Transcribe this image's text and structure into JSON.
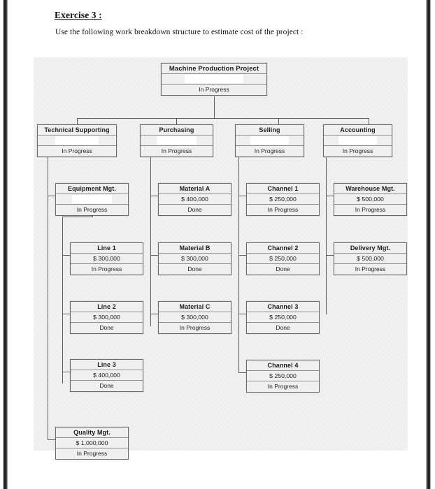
{
  "document": {
    "heading": "Exercise 3 :",
    "instruction": "Use the following work breakdown structure to estimate cost of the project :"
  },
  "diagram": {
    "type": "work-breakdown-structure",
    "box_fill": "#efefef",
    "border_color": "#6a6a6a",
    "canvas_color": "#f1f1f1",
    "nodes": {
      "root": {
        "title": "Machine Production Project",
        "cost": "",
        "status": "In Progress"
      },
      "l2": [
        {
          "title": "Technical Supporting",
          "cost": "",
          "status": "In Progress"
        },
        {
          "title": "Purchasing",
          "cost": "",
          "status": "In Progress"
        },
        {
          "title": "Selling",
          "cost": "",
          "status": "In Progress"
        },
        {
          "title": "Accounting",
          "cost": "",
          "status": "In Progress"
        }
      ],
      "technical_supporting_children": [
        {
          "title": "Equipment Mgt.",
          "cost": "",
          "status": "In Progress"
        },
        {
          "title": "Quality Mgt.",
          "cost": "$ 1,000,000",
          "status": "In Progress"
        }
      ],
      "equipment_children": [
        {
          "title": "Line 1",
          "cost": "$ 300,000",
          "status": "In Progress"
        },
        {
          "title": "Line 2",
          "cost": "$ 300,000",
          "status": "Done"
        },
        {
          "title": "Line 3",
          "cost": "$ 400,000",
          "status": "Done"
        }
      ],
      "purchasing_children": [
        {
          "title": "Material A",
          "cost": "$ 400,000",
          "status": "Done"
        },
        {
          "title": "Material B",
          "cost": "$ 300,000",
          "status": "Done"
        },
        {
          "title": "Material C",
          "cost": "$ 300,000",
          "status": "In Progress"
        }
      ],
      "selling_children": [
        {
          "title": "Channel 1",
          "cost": "$ 250,000",
          "status": "In Progress"
        },
        {
          "title": "Channel 2",
          "cost": "$ 250,000",
          "status": "Done"
        },
        {
          "title": "Channel 3",
          "cost": "$ 250,000",
          "status": "Done"
        },
        {
          "title": "Channel 4",
          "cost": "$ 250,000",
          "status": "In Progress"
        }
      ],
      "accounting_children": [
        {
          "title": "Warehouse Mgt.",
          "cost": "$ 500,000",
          "status": "In Progress"
        },
        {
          "title": "Delivery Mgt.",
          "cost": "$ 500,000",
          "status": "In Progress"
        }
      ]
    }
  }
}
